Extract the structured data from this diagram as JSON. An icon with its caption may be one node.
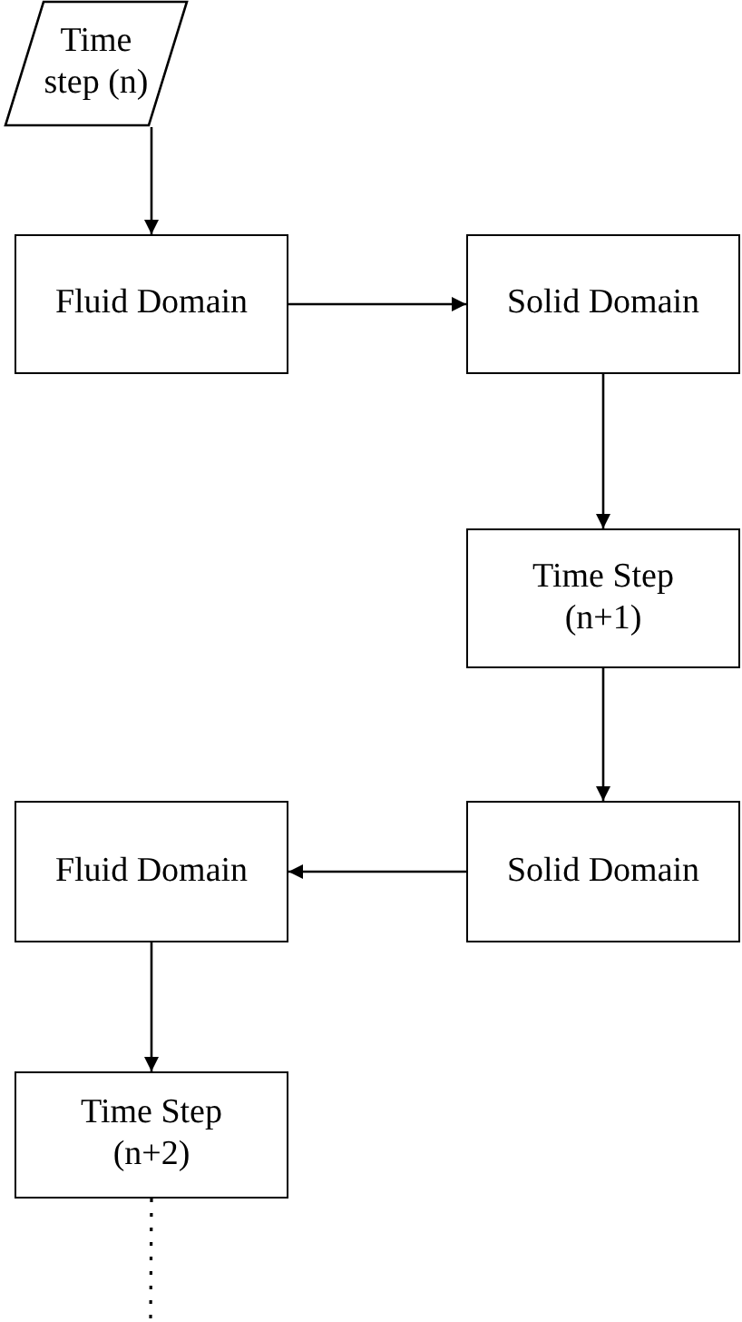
{
  "diagram": {
    "nodes": [
      {
        "text": [
          "Time step (n)"
        ]
      },
      {
        "text": [
          "Fluid Domain"
        ]
      },
      {
        "text": [
          "Solid Domain"
        ]
      },
      {
        "text": [
          "Time Step (n+1)"
        ]
      },
      {
        "text": [
          "Solid Domain"
        ]
      },
      {
        "text": [
          "Fluid Domain"
        ]
      },
      {
        "text": [
          "Time Step (n+2)"
        ]
      }
    ],
    "edges": [
      {
        "from": 0,
        "to": 1,
        "arrow": "to"
      },
      {
        "from": 1,
        "to": 2,
        "arrow": "to"
      },
      {
        "from": 2,
        "to": 3,
        "arrow": "to"
      },
      {
        "from": 3,
        "to": 4,
        "arrow": "to"
      },
      {
        "from": 4,
        "to": 5,
        "arrow": "to"
      },
      {
        "from": 5,
        "to": 6,
        "arrow": "to"
      },
      {
        "from": 6,
        "to": null,
        "arrow": "none",
        "style": "dashed"
      }
    ]
  }
}
